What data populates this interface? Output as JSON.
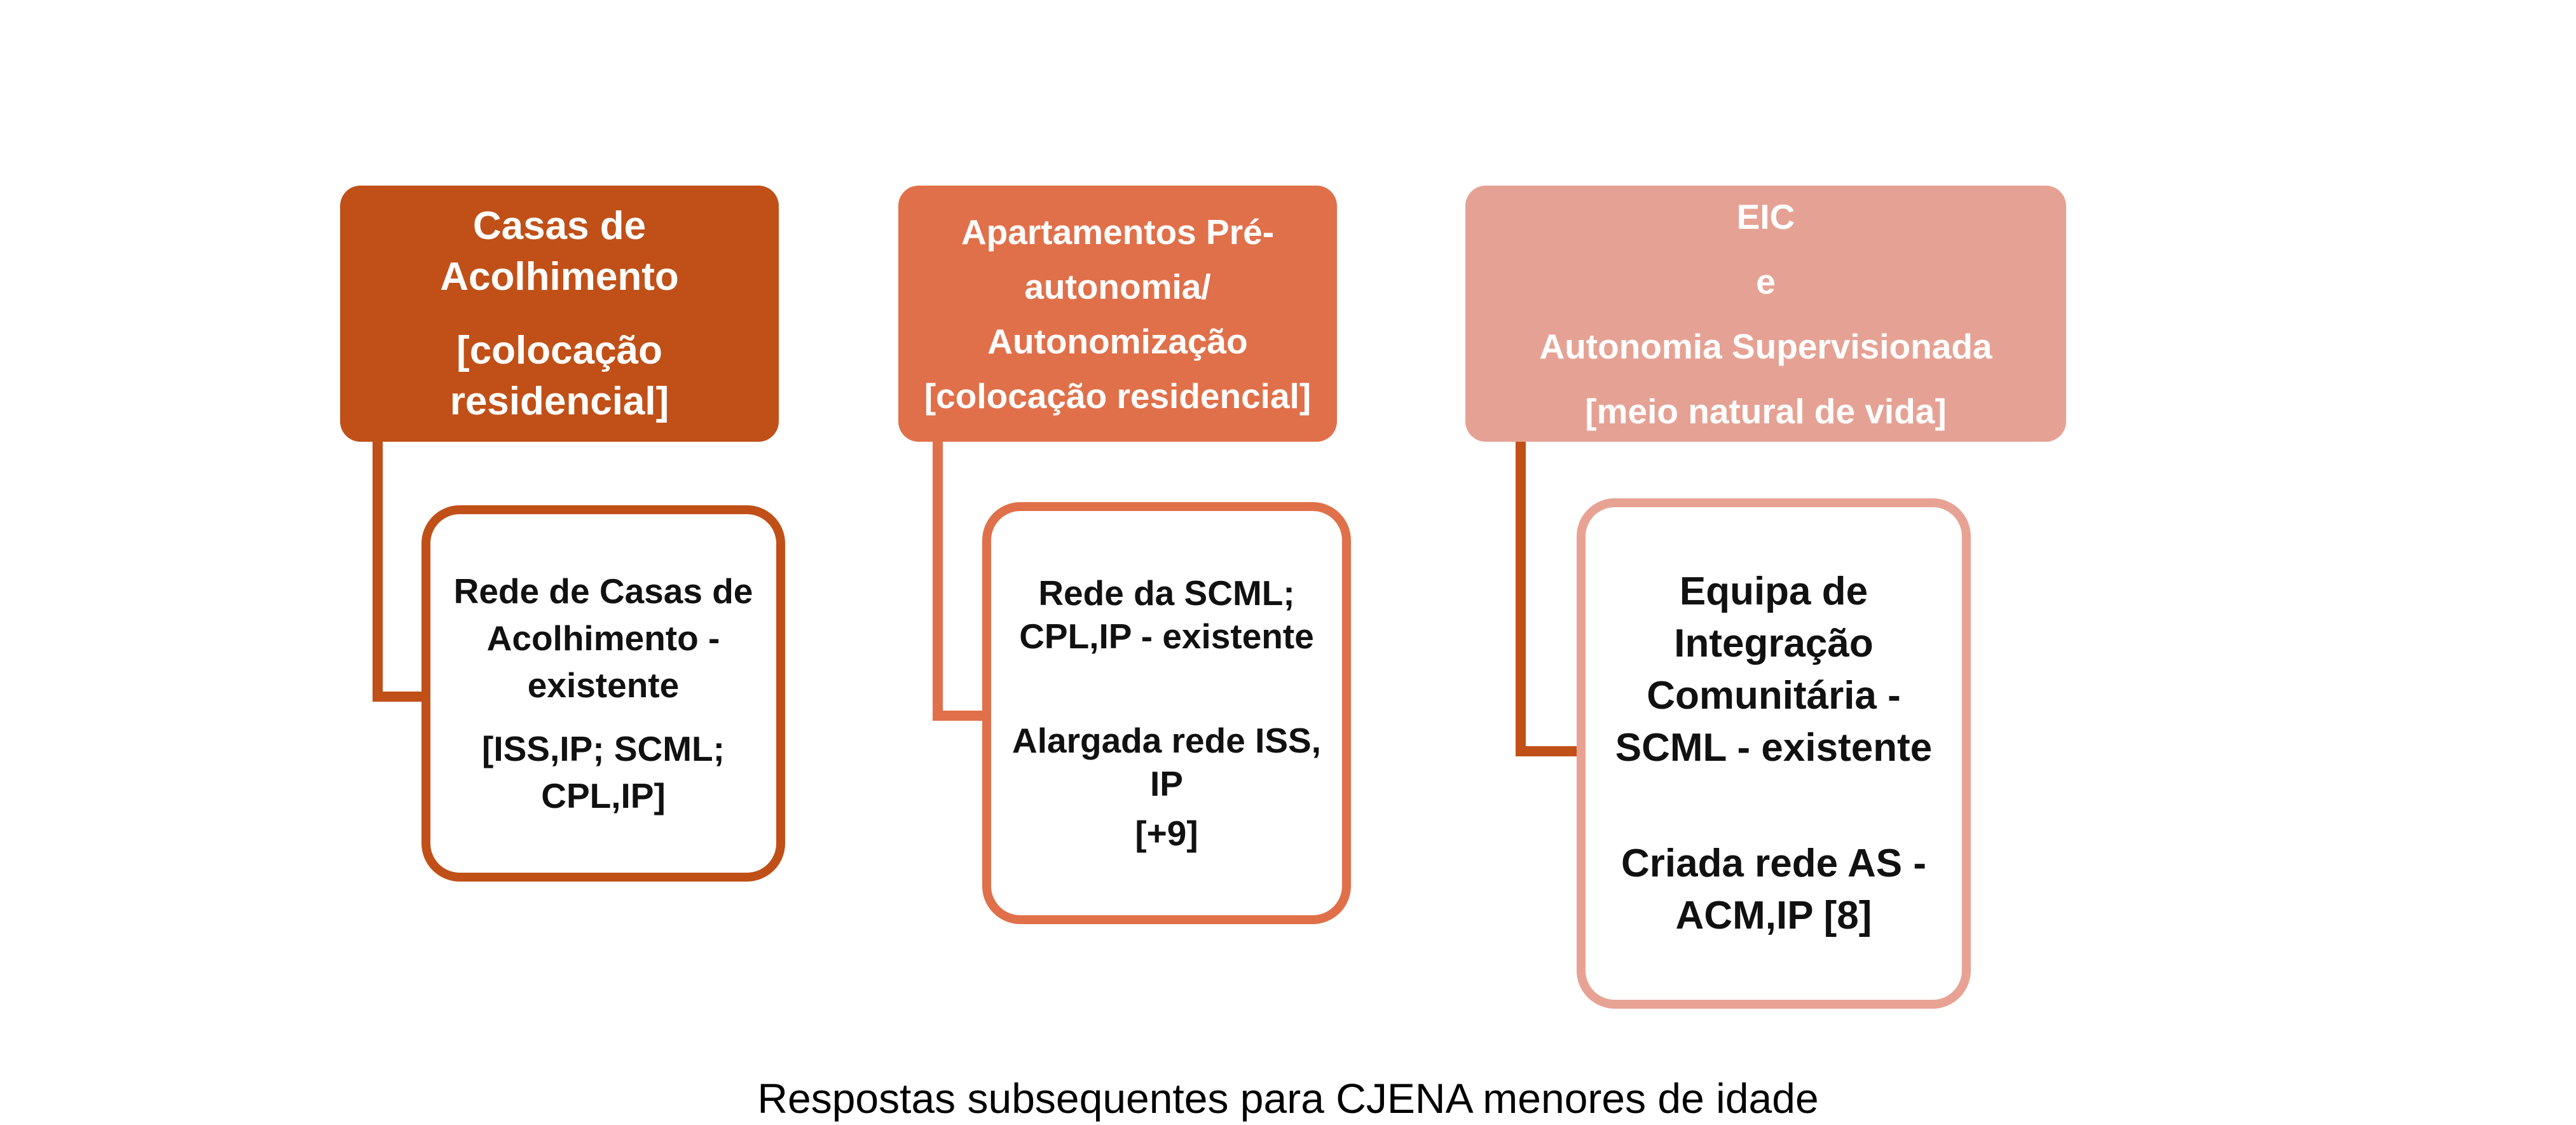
{
  "diagram": {
    "groups": [
      {
        "header_lines": [
          "Casas de",
          "Acolhimento",
          "[colocação",
          "residencial]"
        ],
        "header_color": "#c05018",
        "box_lines": [
          "Rede de Casas de",
          "Acolhimento -",
          "existente",
          "[ISS,IP; SCML;",
          "CPL,IP]"
        ],
        "box_border_color": "#c05018"
      },
      {
        "header_lines": [
          "Apartamentos Pré-",
          "autonomia/",
          "Autonomização",
          "[colocação residencial]"
        ],
        "header_color": "#e0704a",
        "box_lines": [
          "Rede da SCML;",
          "CPL,IP - existente",
          "Alargada rede ISS,",
          "IP",
          "[+9]"
        ],
        "box_border_color": "#e0704a"
      },
      {
        "header_lines": [
          "EIC",
          "e",
          "Autonomia Supervisionada",
          "[meio natural de vida]"
        ],
        "header_color": "#e5a294",
        "box_lines": [
          "Equipa de",
          "Integração",
          "Comunitária -",
          "SCML - existente",
          "Criada rede AS -",
          "ACM,IP  [8]"
        ],
        "box_border_color": "#e8a294"
      }
    ],
    "caption": "Respostas subsequentes para CJENA menores de idade"
  }
}
